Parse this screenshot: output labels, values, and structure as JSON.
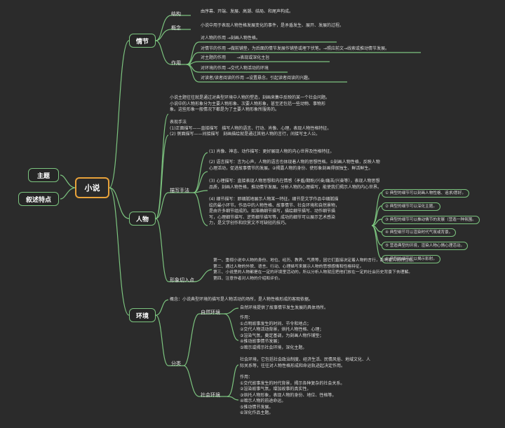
{
  "root": "小说",
  "side": [
    "主题",
    "叙述特点"
  ],
  "qingjie": {
    "title": "情节",
    "jiegou_label": "结构",
    "jiegou": "由序幕、开端、发展、高潮、结局、和尾声构成。",
    "gainian_label": "概念",
    "gainian": "小说中用于表现人物性格发展变化的事件，是矛盾发生、展开、发展的过程。",
    "zuoyong_label": "作用",
    "zuoyong": [
      "对人物的作用 →刻画人物性格。",
      "对情节的作用 →做前铺垫，为后面的情节发展作铺垫或埋下伏笔。→照应前文→线索或推动情节发展。",
      "对主题的作用        →表现或深化主旨",
      "对环境的作用 →交代人物活动的环境",
      "对读者/读者阅读的作用 →设置悬念，引起读者阅读的兴趣。"
    ]
  },
  "renwu": {
    "title": "人物",
    "intro": "小说主题往往就是通过对典型环境中人物的塑造，刻画来集中反映的某一个社会问题。\n小说中的人物形象分为主要人物形象、次要人物形象，甚至还包括一些动物、事物形\n象。这些形象一般情况下都是为了主要人物形象所服务的。",
    "biaoxian": "表现手法\n(1)正面描写——直接描写   描写人物的语言、行动、肖像、心理，表现人物性格特征。\n(2) 侧面描写——间接描写   刻画描绘就是通过其他人物的言行，间接写主人公。",
    "miaoxie_label": "描写手法",
    "miaoxie": [
      "(1) 肖像、神态、动作描写：更好展现人物的内心世界及性格特征。",
      "(2) 语言描写：言为心声，人物的语言也体现着人物的思想性格。①刻画人物性格，反映人物\n心理活动，促进故事情节的发展。②揭露人物的身份、使形象刻画得很独生、鲜活鲜生。",
      "(3) 心理描写：直接表现人物思想和内在情感（矛盾/期盼/兴奋/痛苦/兴奋等），表现人物思想\n品质，刻画人物性格，推动情节发展。分析人物的心理描写，能使我们揭示人物的内心世界。",
      "(4) 细节描写：即细腻地展示人物某一特征。细节是文学作品中细腻描\n绘的最小环节。作品中的人物性格、故事情节、社会环境和自然景物，\n是由许多细节组成的。如准确细节描写，描绘细节描写、动作细节描\n写，心理细节描写、逆势细节描写等，成功的细节可以展示艺术感染\n力，是文学创作和欣赏文不可缺轻的技巧。"
    ],
    "xijie": [
      "① 典型的细节可以刻画人物性格、追求/愿好。",
      "② 典型的细节可以深化主题。",
      "③ 典型的细节可以推动情节的发展（营造一种氛围。",
      "④ 典型细节可以渲染时代气氛或背景。",
      "⑤ 营造典型的环境，渲染人物心情心理活动。",
      "⑥ 典型的细节可以揭示影射。"
    ],
    "qieru_label": "形象切入点",
    "qieru": "第一、重视小说中人物的身份、地位、经历、教养、气质等，因它们直接决定着人物的言行，影响着人物的性格。\n第二、通过人物的外貌、语言、行动、心理描写来展示人物的思想感情和性格特征。\n第三、小说里的人物都是在一定的环境里活动的，所以分析人物就应把他们放在一定的社会历史背景下去理解。\n第四、注意作者对人物的介绍和评价。"
  },
  "huanjing": {
    "title": "环境",
    "gainian": "概念：小说典型环境的描写是人物活动的场所，是人物性格形成的客观依据。",
    "fenlei_label": "分类",
    "ziran_label": "自然环境",
    "ziran_intro": "自然环境提供了故事情节发生发展的具体场所。",
    "ziran_zuoyong": "作用：\n①点明故事发生的时间、节令和地点；\n②交代人物活动背景，烘托人物性格、心理；\n③渲染气氛，奠定基调，为刻画人物作铺垫；\n④推动故事情节发展；\n⑤暗示或揭示社会环境，深化主题。",
    "shehui_label": "社会环境",
    "shehui_intro": "社会环境，它包括社会政治制度、经济生活、民情风俗、地域文化、人\n际关系等，往往对人物性格形成和命运轨迹起决定作用。",
    "shehui_zuoyong": "作用：\n①交代故事发生的时代背景，揭示各种复杂的社会关系。\n②渲染故事气氛，增加故事的真实性。\n③烘托人物形象，表现人物的身份、地位、性格等。\n④暗示人物的前途命运。\n⑤推动情节发展。\n⑥深化作品主题。"
  }
}
